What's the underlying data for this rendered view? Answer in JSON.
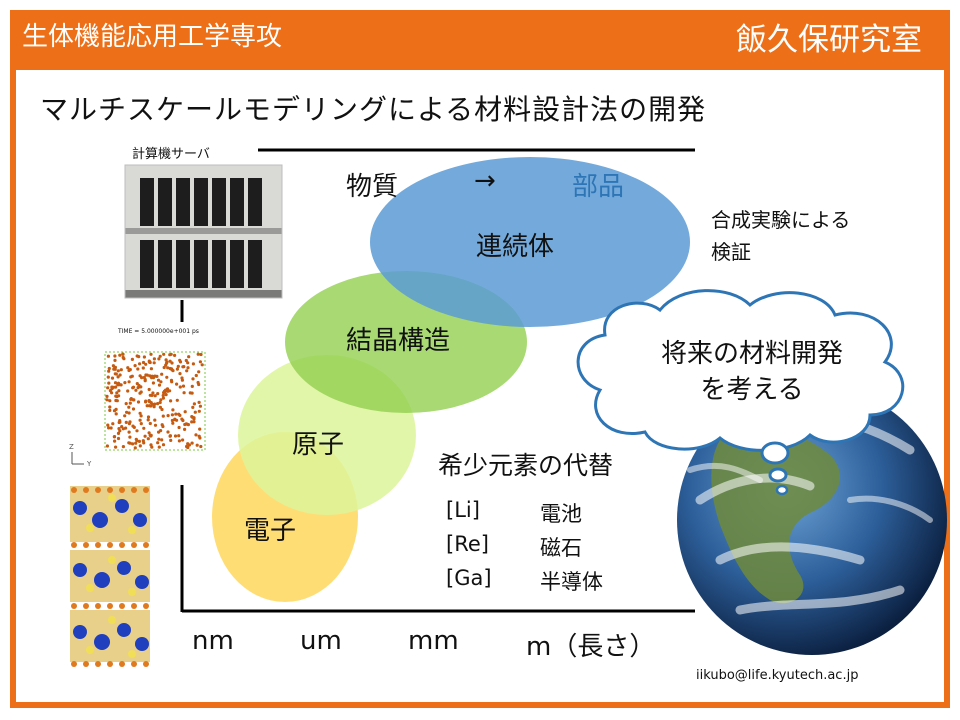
{
  "header": {
    "department": "生体機能応用工学専攻",
    "lab_name": "飯久保研究室"
  },
  "subtitle": "マルチスケールモデリングによる材料設計法の開発",
  "server_label": "計算機サーバ",
  "sim_label": "TIME = 5.000000e+001 ps",
  "axis_small_labels": {
    "z": "Z",
    "y": "Y"
  },
  "flow": {
    "from": "物質",
    "arrow": "→",
    "to": "部品"
  },
  "scales": {
    "continuum": "連続体",
    "crystal": "結晶構造",
    "atom": "原子",
    "electron": "電子"
  },
  "verification": [
    "合成実験による",
    "検証"
  ],
  "rare_elements": {
    "title": "希少元素の代替",
    "rows": [
      {
        "element": "[Li]",
        "use": "電池"
      },
      {
        "element": "[Re]",
        "use": "磁石"
      },
      {
        "element": "[Ga]",
        "use": "半導体"
      }
    ]
  },
  "cloud_lines": [
    "将来の材料開発",
    "を考える"
  ],
  "length_axis": [
    "nm",
    "um",
    "mm",
    "m（長さ）"
  ],
  "email": "iikubo@life.kyutech.ac.jp",
  "colors": {
    "accent": "#ED7019",
    "continuum": "#5B9BD5",
    "crystal": "#92D050",
    "atom": "#DDF59A",
    "electron": "#FFD966",
    "to_text": "#2E75B6"
  },
  "icons": [
    "server-photo",
    "atom-simulation",
    "crystal-structure",
    "earth-globe",
    "thought-cloud"
  ]
}
